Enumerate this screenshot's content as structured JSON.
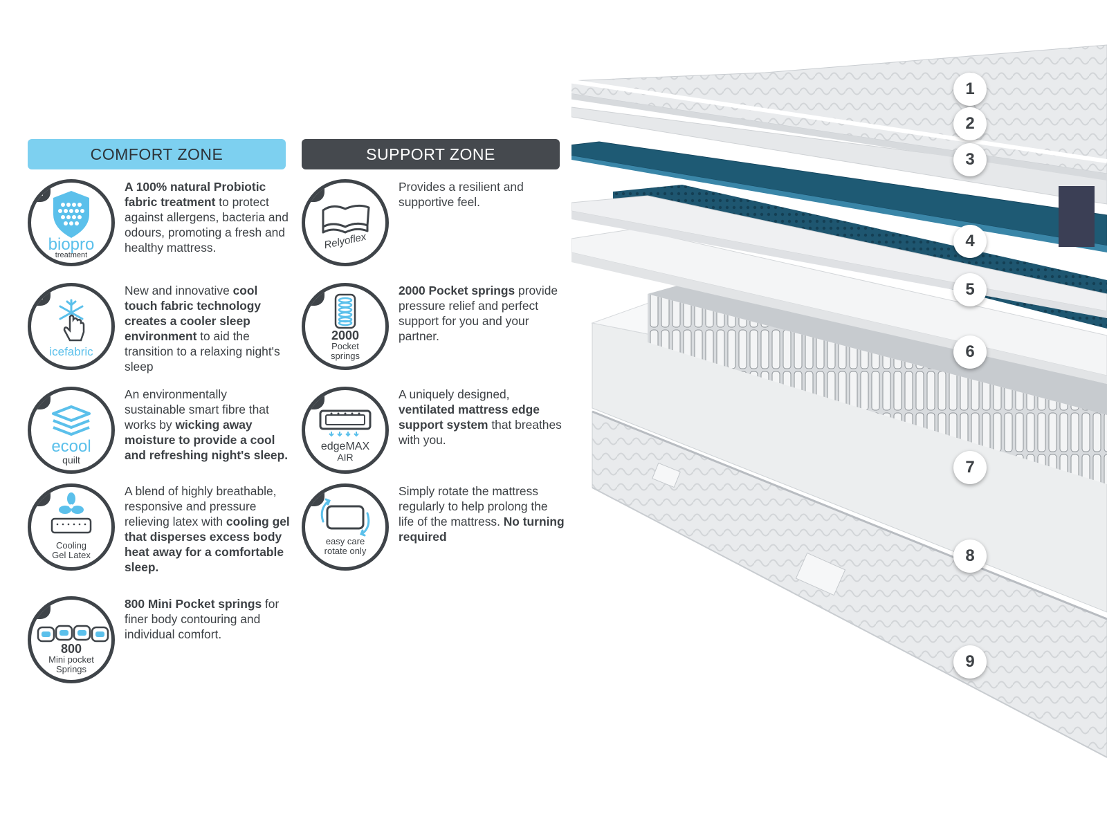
{
  "zones": {
    "comfort_title": "COMFORT ZONE",
    "support_title": "SUPPORT ZONE"
  },
  "features": [
    {
      "num": "1",
      "icon": "biopro-shield-icon",
      "badge_text": "biopro",
      "badge_sub": "treatment",
      "parts": [
        {
          "b": "A 100% natural Probiotic fabric treatment"
        },
        {
          "t": " to protect against allergens, bacteria and odours, promoting a fresh and healthy mattress."
        }
      ]
    },
    {
      "num": "2",
      "icon": "snowflake-hand-icon",
      "badge_text": "icefabric",
      "badge_sub": "",
      "parts": [
        {
          "t": "New and innovative "
        },
        {
          "b": "cool touch fabric technology creates a cooler sleep environment"
        },
        {
          "t": " to aid the transition to a relaxing night's sleep"
        }
      ]
    },
    {
      "num": "3",
      "icon": "quilt-layers-icon",
      "badge_text": "ecool",
      "badge_sub": "quilt",
      "parts": [
        {
          "t": "An environmentally sustainable smart fibre that works by "
        },
        {
          "b": "wicking away moisture to provide a cool and refreshing night's sleep."
        }
      ]
    },
    {
      "num": "4",
      "icon": "fan-latex-icon",
      "badge_text": "Cooling",
      "badge_sub": "Gel Latex",
      "parts": [
        {
          "t": "A blend of highly breathable, responsive and pressure relieving latex with "
        },
        {
          "b": "cooling gel that disperses excess body heat away for a comfortable sleep."
        }
      ]
    },
    {
      "num": "5",
      "icon": "mini-springs-icon",
      "badge_text": "800",
      "badge_sub": "Mini pocket Springs",
      "parts": [
        {
          "b": "800 Mini Pocket springs"
        },
        {
          "t": " for finer body contouring and individual comfort."
        }
      ]
    },
    {
      "num": "6",
      "icon": "relyoflex-foam-icon",
      "badge_text": "Relyoflex",
      "badge_sub": "",
      "parts": [
        {
          "t": "Provides a resilient and supportive feel."
        }
      ]
    },
    {
      "num": "7",
      "icon": "pocket-spring-icon",
      "badge_text": "2000",
      "badge_sub": "Pocket springs",
      "parts": [
        {
          "b": "2000 Pocket springs"
        },
        {
          "t": " provide pressure relief and perfect support for you and your partner."
        }
      ]
    },
    {
      "num": "8",
      "icon": "edge-frame-icon",
      "badge_text": "edgeMAX",
      "badge_sub": "AIR",
      "parts": [
        {
          "t": "A uniquely designed, "
        },
        {
          "b": "ventilated mattress edge support system"
        },
        {
          "t": " that breathes with you."
        }
      ]
    },
    {
      "num": "9",
      "icon": "rotate-mattress-icon",
      "badge_text": "easy care",
      "badge_sub": "rotate only",
      "parts": [
        {
          "t": "Simply rotate the mattress regularly to help prolong the life of the mattress. "
        },
        {
          "b": "No turning required"
        }
      ]
    }
  ],
  "layers": [
    "1",
    "2",
    "3",
    "4",
    "5",
    "6",
    "7",
    "8",
    "9"
  ],
  "colors": {
    "comfort": "#7dd0f0",
    "support": "#45494e",
    "accent_blue": "#5bc0eb",
    "dark": "#3f4449",
    "teal": "#1f5a72"
  }
}
